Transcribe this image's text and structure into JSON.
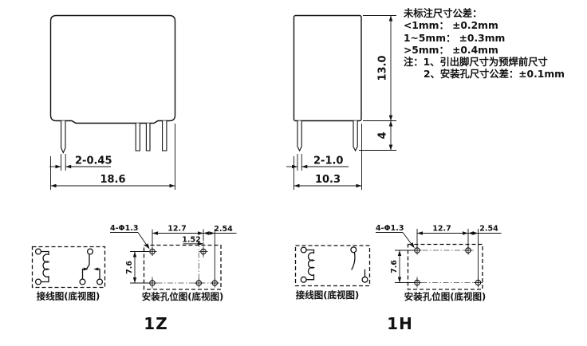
{
  "notes": {
    "lines": [
      "未标注尺寸公差：",
      "<1mm：  ±0.2mm",
      "1~5mm： ±0.3mm",
      ">5mm：  ±0.4mm",
      "注：1、引出脚尺寸为预焊前尺寸",
      "2、安装孔尺寸公差：±0.1mm"
    ]
  },
  "front_view": {
    "pin_dim": "2-0.45",
    "width_dim": "18.6"
  },
  "side_view": {
    "height_dim": "13.0",
    "pin_length_dim": "4",
    "pin_dim": "2-1.0",
    "width_dim": "10.3"
  },
  "variant_1z": {
    "label": "1Z",
    "wiring_caption": "接线图(底视图)",
    "mounting_caption": "安装孔位图(底视图)",
    "hole_dim": "4-Φ1.3",
    "pitch_dim": "12.7",
    "offset_dim": "1.52",
    "pitch2_dim": "2.54",
    "row_dim": "7.6"
  },
  "variant_1h": {
    "label": "1H",
    "wiring_caption": "接线图(底视图)",
    "mounting_caption": "安装孔位图(底视图)",
    "hole_dim": "4-Φ1.3",
    "pitch_dim": "12.7",
    "pitch2_dim": "2.54",
    "row_dim": "7.6"
  }
}
